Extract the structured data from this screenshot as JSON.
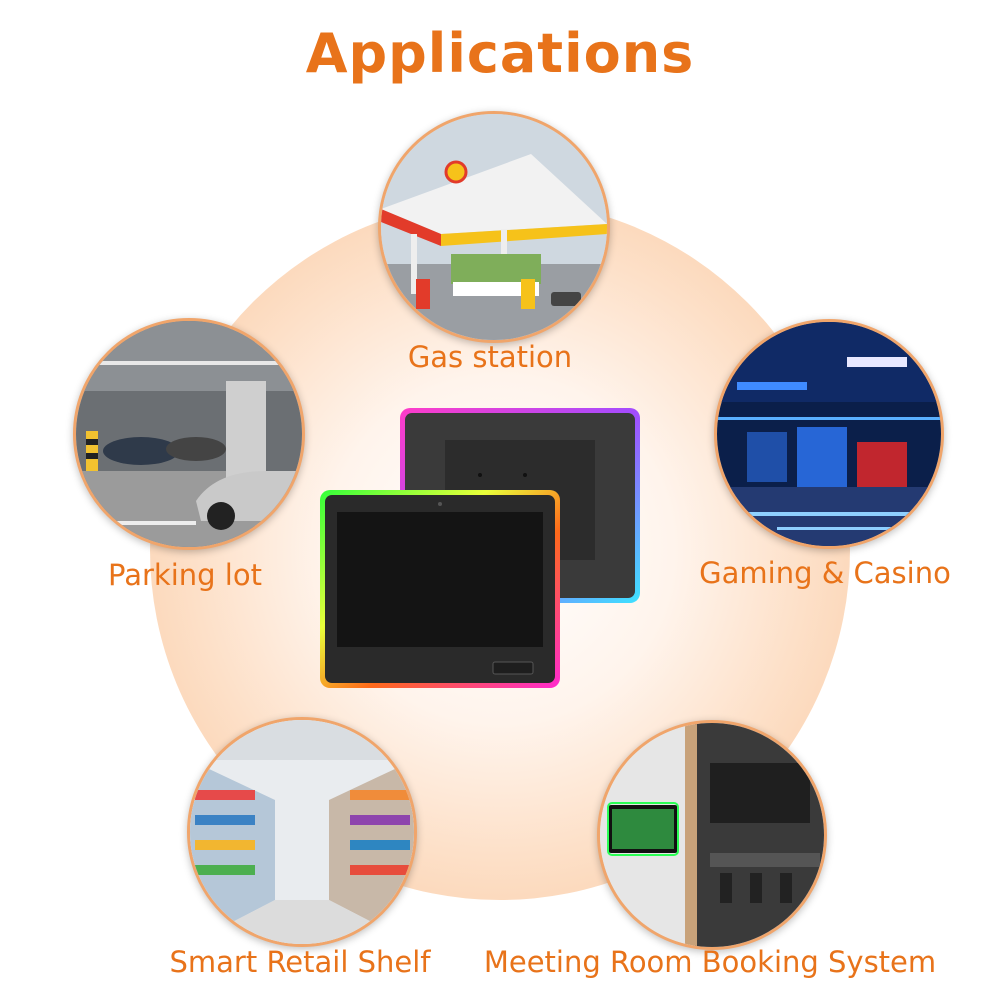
{
  "title": "Applications",
  "applications": [
    {
      "label": "Gas station"
    },
    {
      "label": "Parking lot"
    },
    {
      "label": "Gaming & Casino"
    },
    {
      "label": "Smart Retail Shelf"
    },
    {
      "label": "Meeting Room Booking System"
    }
  ],
  "colors": {
    "accent": "#e8731a",
    "ring": "#f0a56b"
  }
}
